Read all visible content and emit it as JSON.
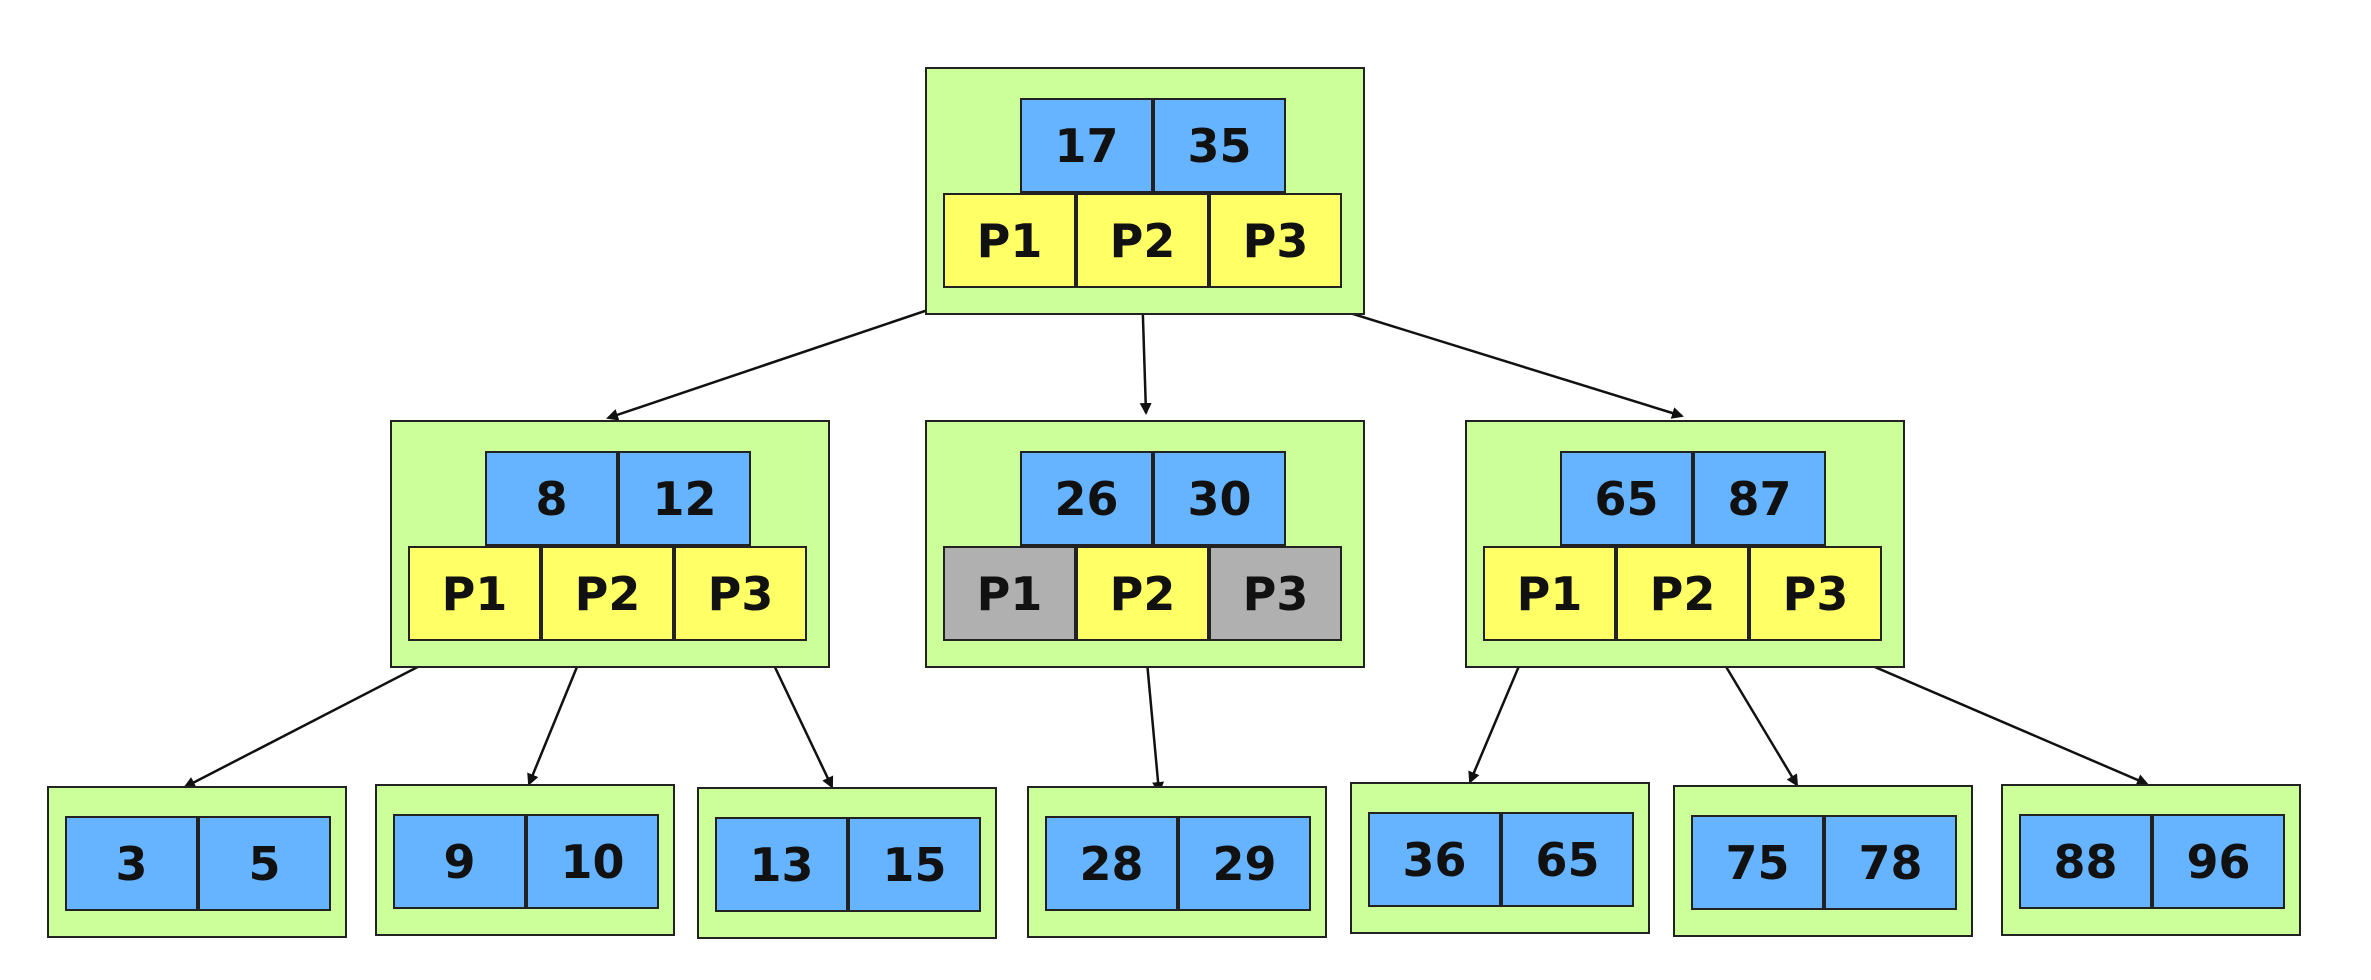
{
  "colors": {
    "node_bg": "#ccff99",
    "key_bg": "#66b3ff",
    "ptr_bg": "#ffff66",
    "ptr_unused_bg": "#b0b0b0",
    "border": "#222222"
  },
  "root": {
    "keys": [
      "17",
      "35"
    ],
    "pointers": [
      "P1",
      "P2",
      "P3"
    ],
    "pointer_gray": [
      false,
      false,
      false
    ]
  },
  "internal": [
    {
      "keys": [
        "8",
        "12"
      ],
      "pointers": [
        "P1",
        "P2",
        "P3"
      ],
      "pointer_gray": [
        false,
        false,
        false
      ]
    },
    {
      "keys": [
        "26",
        "30"
      ],
      "pointers": [
        "P1",
        "P2",
        "P3"
      ],
      "pointer_gray": [
        true,
        false,
        true
      ]
    },
    {
      "keys": [
        "65",
        "87"
      ],
      "pointers": [
        "P1",
        "P2",
        "P3"
      ],
      "pointer_gray": [
        false,
        false,
        false
      ]
    }
  ],
  "leaves": [
    {
      "keys": [
        "3",
        "5"
      ]
    },
    {
      "keys": [
        "9",
        "10"
      ]
    },
    {
      "keys": [
        "13",
        "15"
      ]
    },
    {
      "keys": [
        "28",
        "29"
      ]
    },
    {
      "keys": [
        "36",
        "65"
      ]
    },
    {
      "keys": [
        "75",
        "78"
      ]
    },
    {
      "keys": [
        "88",
        "96"
      ]
    }
  ]
}
